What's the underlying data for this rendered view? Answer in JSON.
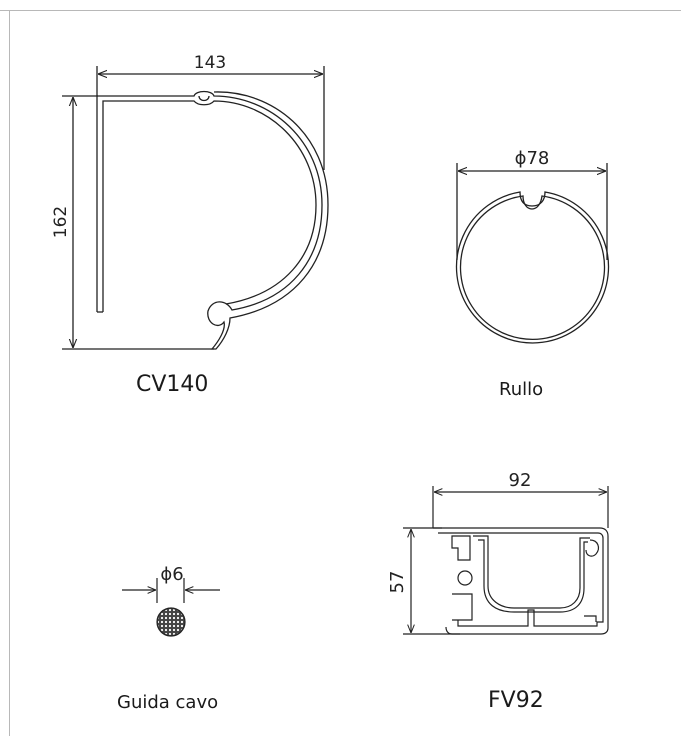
{
  "profiles": {
    "cv140": {
      "caption": "CV140",
      "dim_width": "143",
      "dim_height": "162"
    },
    "rullo": {
      "caption": "Rullo",
      "dim_diameter": "ϕ78"
    },
    "guida_cavo": {
      "caption": "Guida cavo",
      "dim_diameter": "ϕ6"
    },
    "fv92": {
      "caption": "FV92",
      "dim_width": "92",
      "dim_height": "57"
    }
  }
}
